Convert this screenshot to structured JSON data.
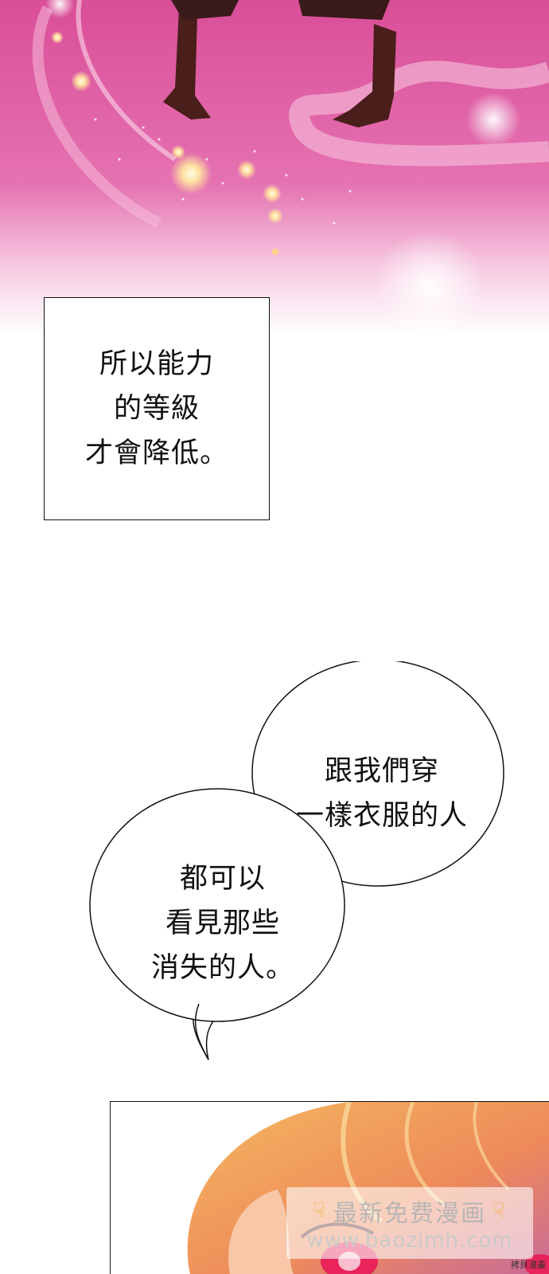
{
  "caption": {
    "lines": [
      "所以能力",
      "的等級",
      "才會降低。"
    ]
  },
  "bubble_right": {
    "lines": [
      "跟我們穿",
      "一樣衣服的人"
    ]
  },
  "bubble_left": {
    "lines": [
      "都可以",
      "看見那些",
      "消失的人。"
    ]
  },
  "watermark": {
    "title": "最新免费漫画",
    "url": "www.baozimh.com"
  },
  "corner_label": "拷貝漫畫",
  "colors": {
    "magenta_bg": "#e0559c",
    "pink_mid": "#f08cc0",
    "glow": "#ffe9a8",
    "boot": "#4a1e1a",
    "hair": "#f2a24a",
    "eye": "#e8245a"
  }
}
